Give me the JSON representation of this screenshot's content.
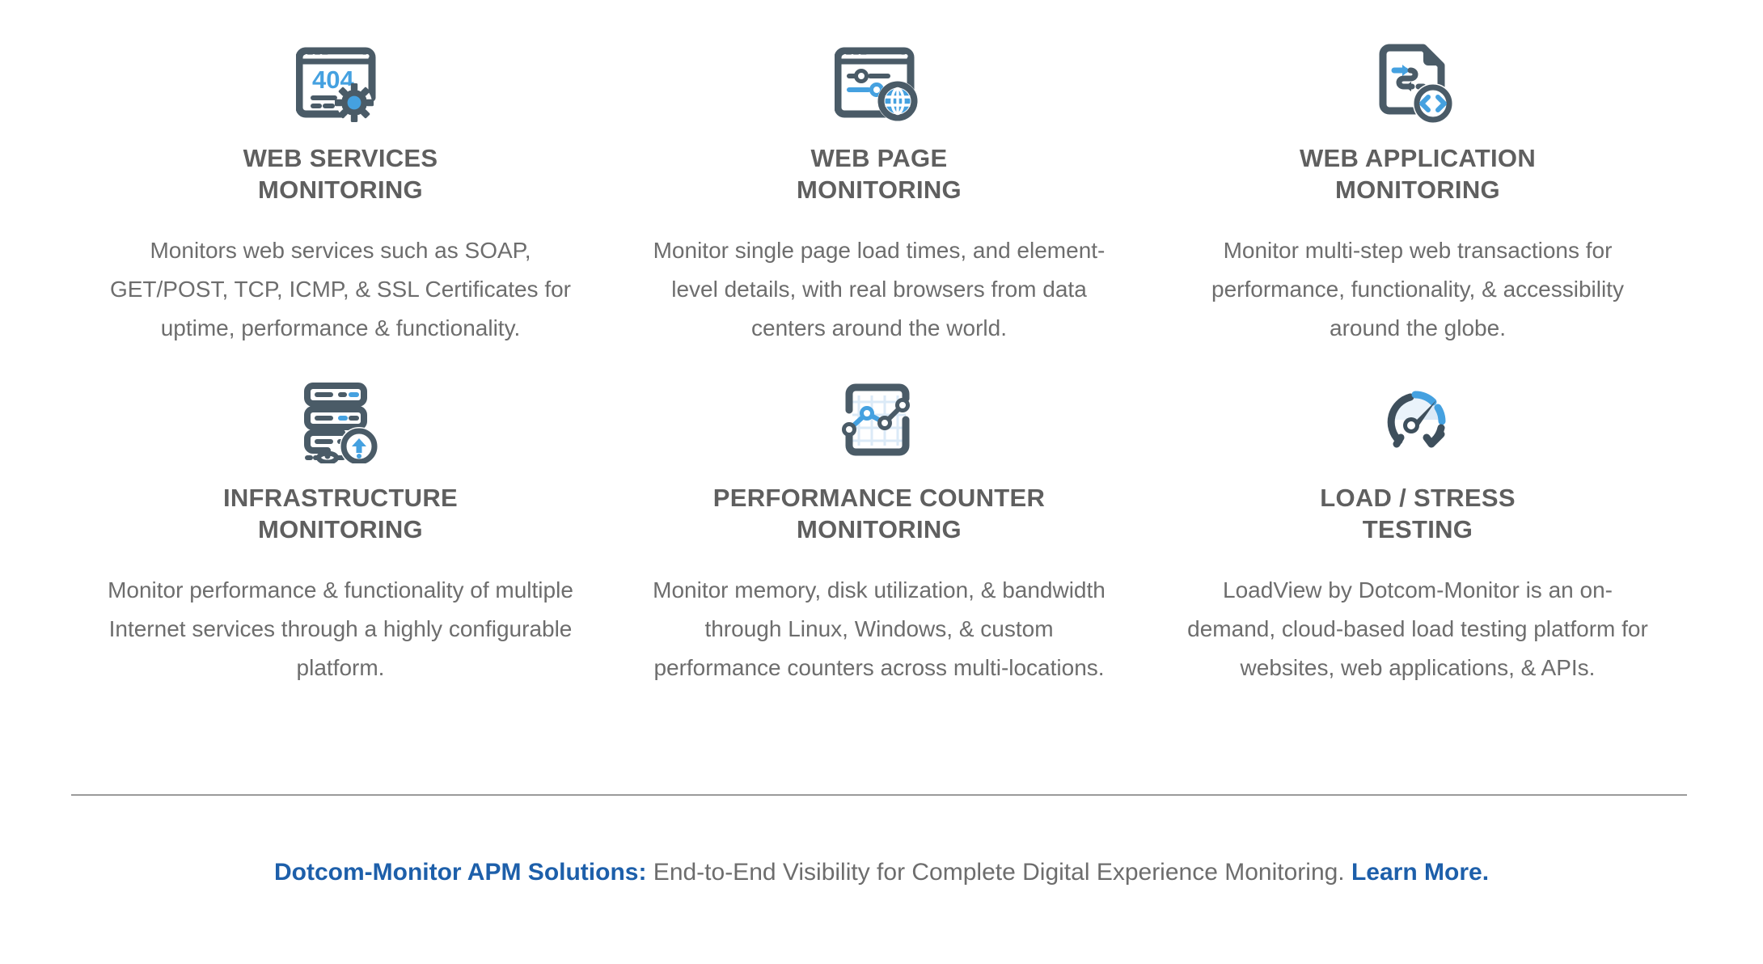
{
  "colors": {
    "accent_blue": "#45a1e0",
    "icon_slate": "#4a5b67",
    "title_gray": "#5f5f5f",
    "body_gray": "#6d6d6d",
    "link_blue": "#1d5faa",
    "divider_gray": "#9a9a9a",
    "page_bg": "#ffffff"
  },
  "cards": [
    {
      "icon": "browser-404-gear-icon",
      "title": "WEB SERVICES\nMONITORING",
      "title_line1": "WEB SERVICES",
      "title_line2": "MONITORING",
      "desc": "Monitors web services such as SOAP, GET/POST, TCP, ICMP, & SSL Certificates for uptime, performance & functionality.",
      "icon_text": "404"
    },
    {
      "icon": "browser-sliders-globe-icon",
      "title": "WEB PAGE\nMONITORING",
      "title_line1": "WEB PAGE",
      "title_line2": "MONITORING",
      "desc": "Monitor single page load times, and element-level details, with real browsers from data centers around the world."
    },
    {
      "icon": "document-flow-code-icon",
      "title": "WEB APPLICATION\nMONITORING",
      "title_line1": "WEB APPLICATION",
      "title_line2": "MONITORING",
      "desc": "Monitor multi-step web transactions for performance, functionality, & accessibility around the globe."
    },
    {
      "icon": "server-rack-upload-icon",
      "title": "INFRASTRUCTURE\nMONITORING",
      "title_line1": "INFRASTRUCTURE",
      "title_line2": "MONITORING",
      "desc": "Monitor performance & functionality of multiple Internet services through a highly configurable platform."
    },
    {
      "icon": "line-chart-grid-icon",
      "title": "PERFORMANCE COUNTER\nMONITORING",
      "title_line1": "PERFORMANCE COUNTER",
      "title_line2": "MONITORING",
      "desc": "Monitor memory, disk utilization, & bandwidth through Linux, Windows, & custom performance counters across multi-locations."
    },
    {
      "icon": "speedometer-gauge-icon",
      "title": "LOAD / STRESS\nTESTING",
      "title_line1": "LOAD / STRESS",
      "title_line2": "TESTING",
      "desc": "LoadView by Dotcom-Monitor is an on-demand, cloud-based load testing platform for websites, web applications, & APIs."
    }
  ],
  "footer": {
    "lead": "Dotcom-Monitor APM Solutions:",
    "body": " End-to-End Visibility for Complete Digital Experience Monitoring. ",
    "link": "Learn More."
  }
}
